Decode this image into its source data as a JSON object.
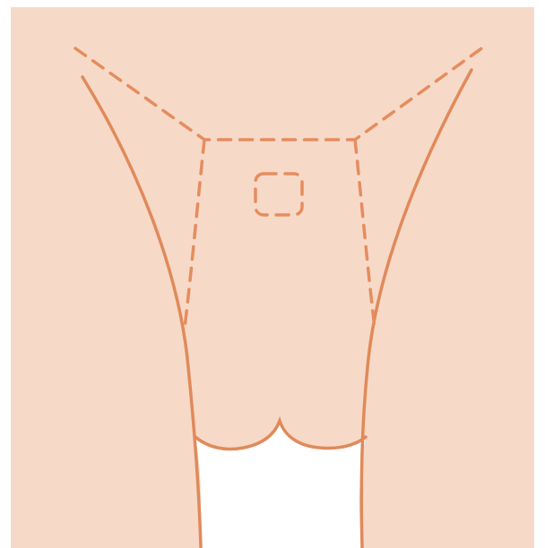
{
  "diagram": {
    "colors": {
      "background": "#ffffff",
      "skin": "#f7d9c8",
      "outline": "#e08a5a",
      "dash": "#e58d5e"
    },
    "parts": [
      "body-silhouette",
      "left-leg-outline",
      "right-leg-outline",
      "crotch-curve",
      "bikini-area-dashed-outline",
      "small-patch-dashed-square"
    ]
  }
}
